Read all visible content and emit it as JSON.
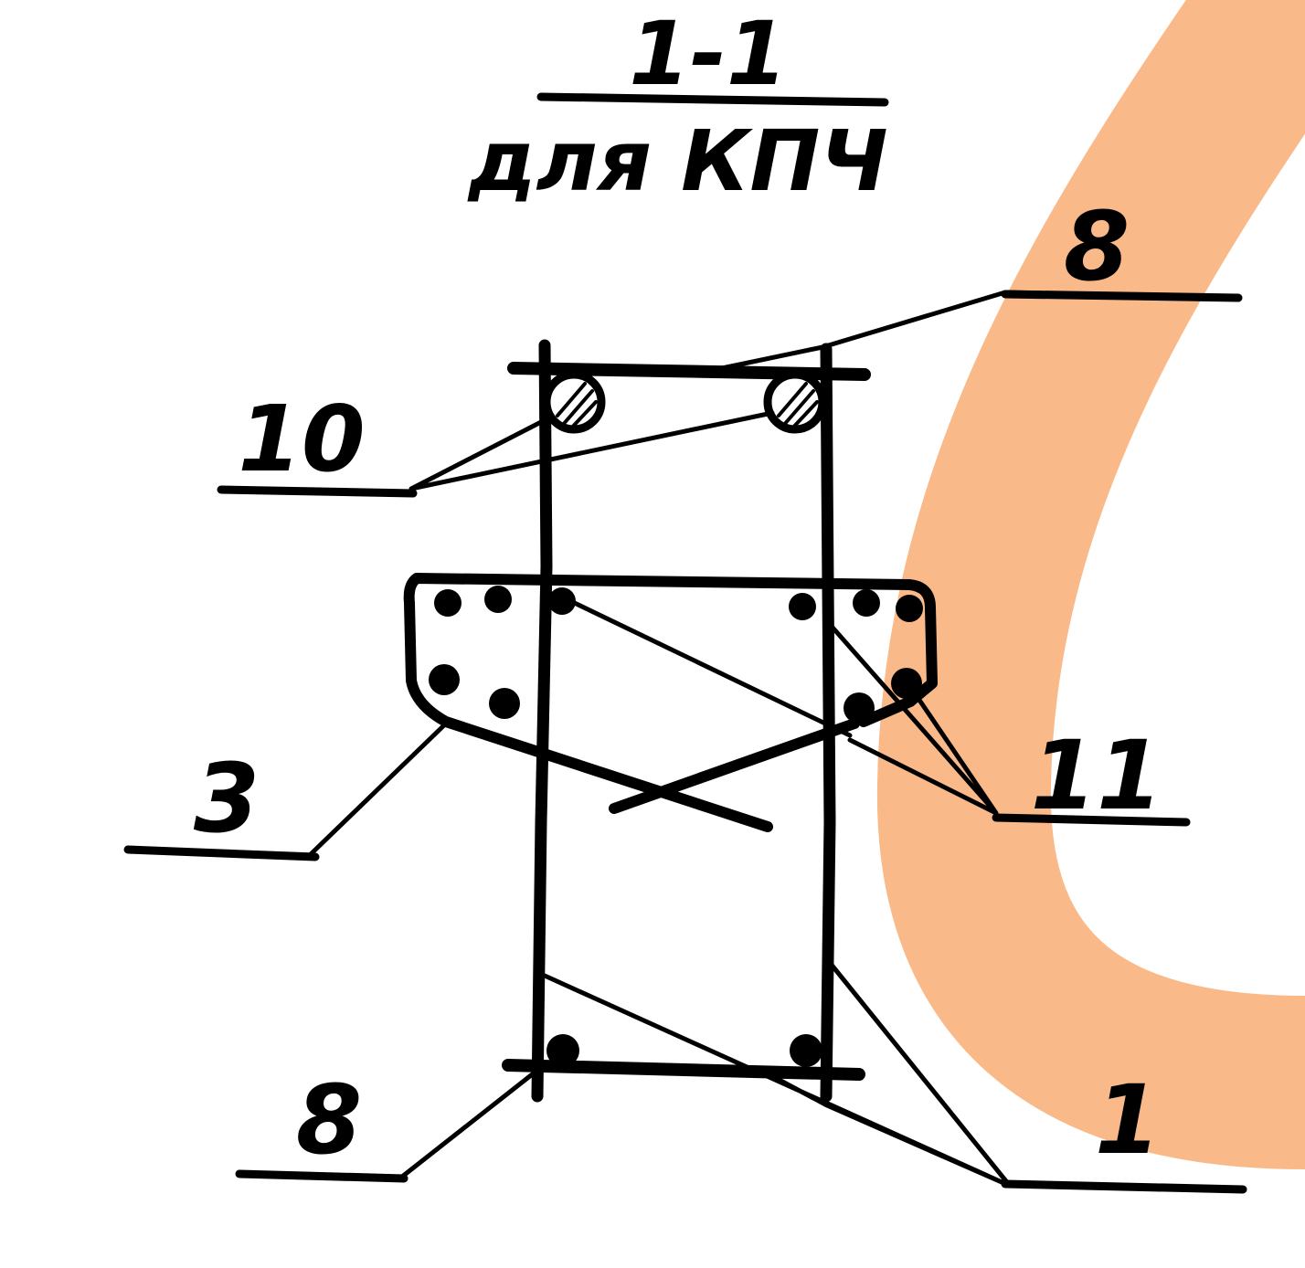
{
  "section": {
    "title": "1-1",
    "subtitle": "для КПЧ"
  },
  "callouts": {
    "top_right": "8",
    "top_left": "10",
    "middle_left": "3",
    "middle_right": "11",
    "bottom_left": "8",
    "bottom_right": "1"
  },
  "colors": {
    "ink": "#000000",
    "highlight": "#f9b27c",
    "background": "#ffffff"
  }
}
